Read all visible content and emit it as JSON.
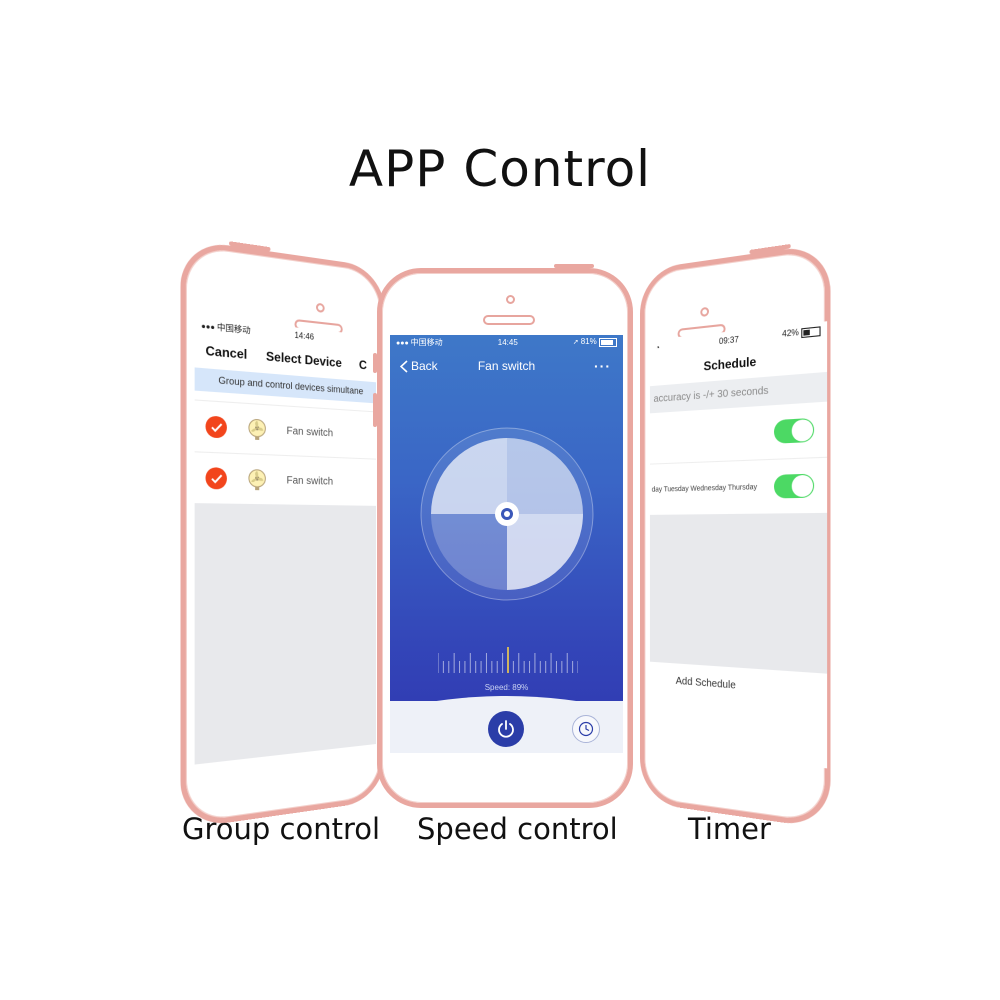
{
  "title": "APP Control",
  "captions": {
    "left": "Group control",
    "center": "Speed control",
    "right": "Timer"
  },
  "left_phone": {
    "status": {
      "carrier": "中国移动",
      "time": "14:46"
    },
    "nav": {
      "cancel": "Cancel",
      "title": "Select Device",
      "confirm": "C"
    },
    "banner": "Group and control devices simultane",
    "devices": [
      {
        "name": "Fan switch",
        "checked": true,
        "icon": "fan-icon"
      },
      {
        "name": "Fan switch",
        "checked": true,
        "icon": "fan-icon"
      }
    ]
  },
  "center_phone": {
    "status": {
      "carrier": "中国移动",
      "time": "14:45",
      "battery": "81%"
    },
    "nav": {
      "back": "Back",
      "title": "Fan switch",
      "more": "···"
    },
    "speed_label": "Speed: 89%",
    "speed_value": 89,
    "icons": [
      "fan-icon",
      "power-icon",
      "clock-icon"
    ],
    "colors": {
      "accent": "#2b3da8",
      "gradient_top": "#3e78c8",
      "gradient_bottom": "#2f37b0"
    }
  },
  "right_phone": {
    "status": {
      "time": "09:37",
      "battery": "42%"
    },
    "nav": {
      "title": "Schedule"
    },
    "note": "accuracy is -/+ 30 seconds",
    "schedules": [
      {
        "days": "",
        "enabled": true
      },
      {
        "days": "day Tuesday Wednesday Thursday",
        "enabled": true
      }
    ],
    "add_label": "Add Schedule",
    "colors": {
      "toggle_on": "#4cd964"
    }
  }
}
